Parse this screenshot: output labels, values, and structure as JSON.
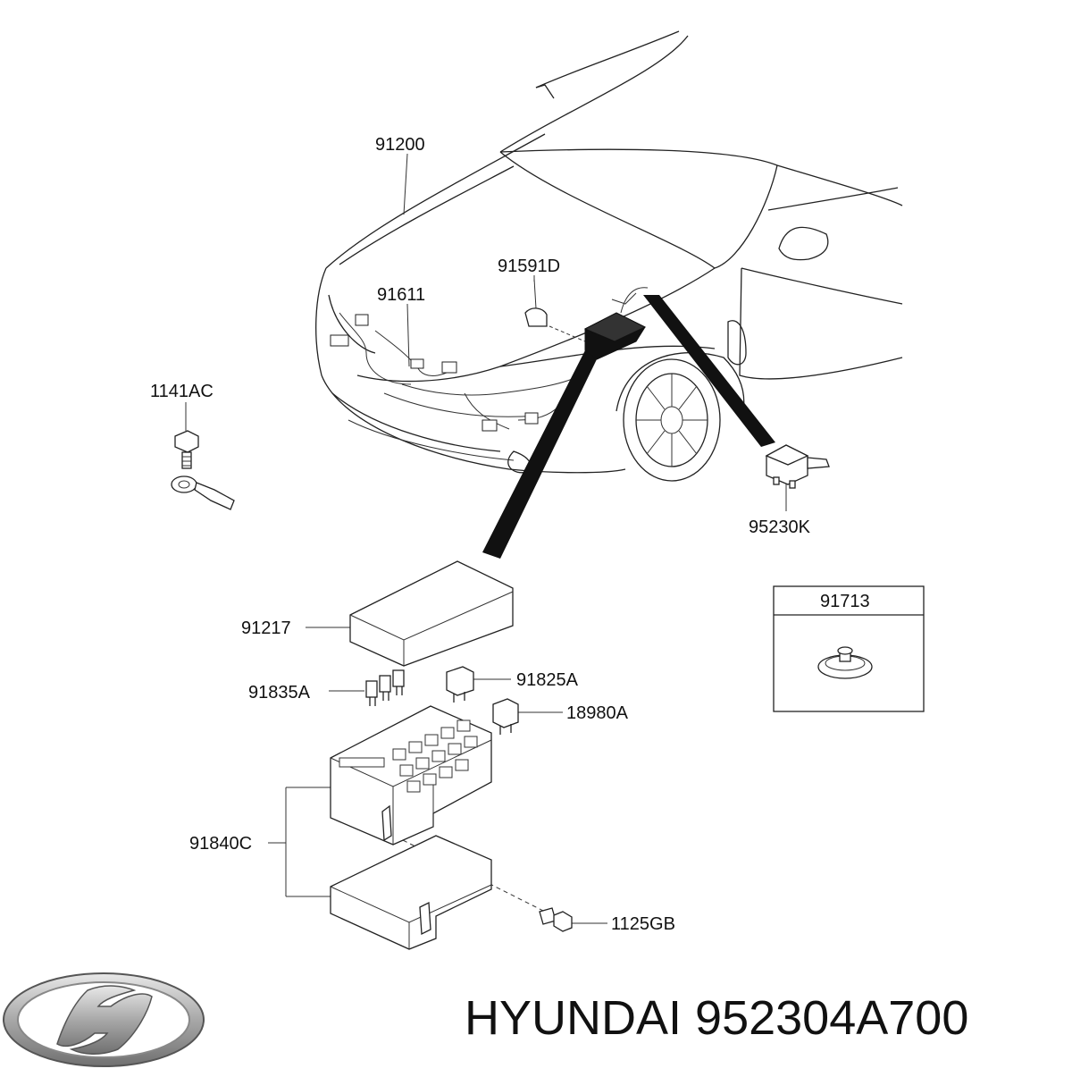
{
  "parts": {
    "p91200": "91200",
    "p91591D": "91591D",
    "p91611": "91611",
    "p1141AC": "1141AC",
    "p95230K": "95230K",
    "p91217": "91217",
    "p91713": "91713",
    "p91835A": "91835A",
    "p91825A": "91825A",
    "p18980A": "18980A",
    "p91840C": "91840C",
    "p1125GB": "1125GB"
  },
  "footer": {
    "brand": "HYUNDAI",
    "part_number": "952304A700"
  },
  "icons": {
    "logo": "hyundai-logo-icon"
  }
}
